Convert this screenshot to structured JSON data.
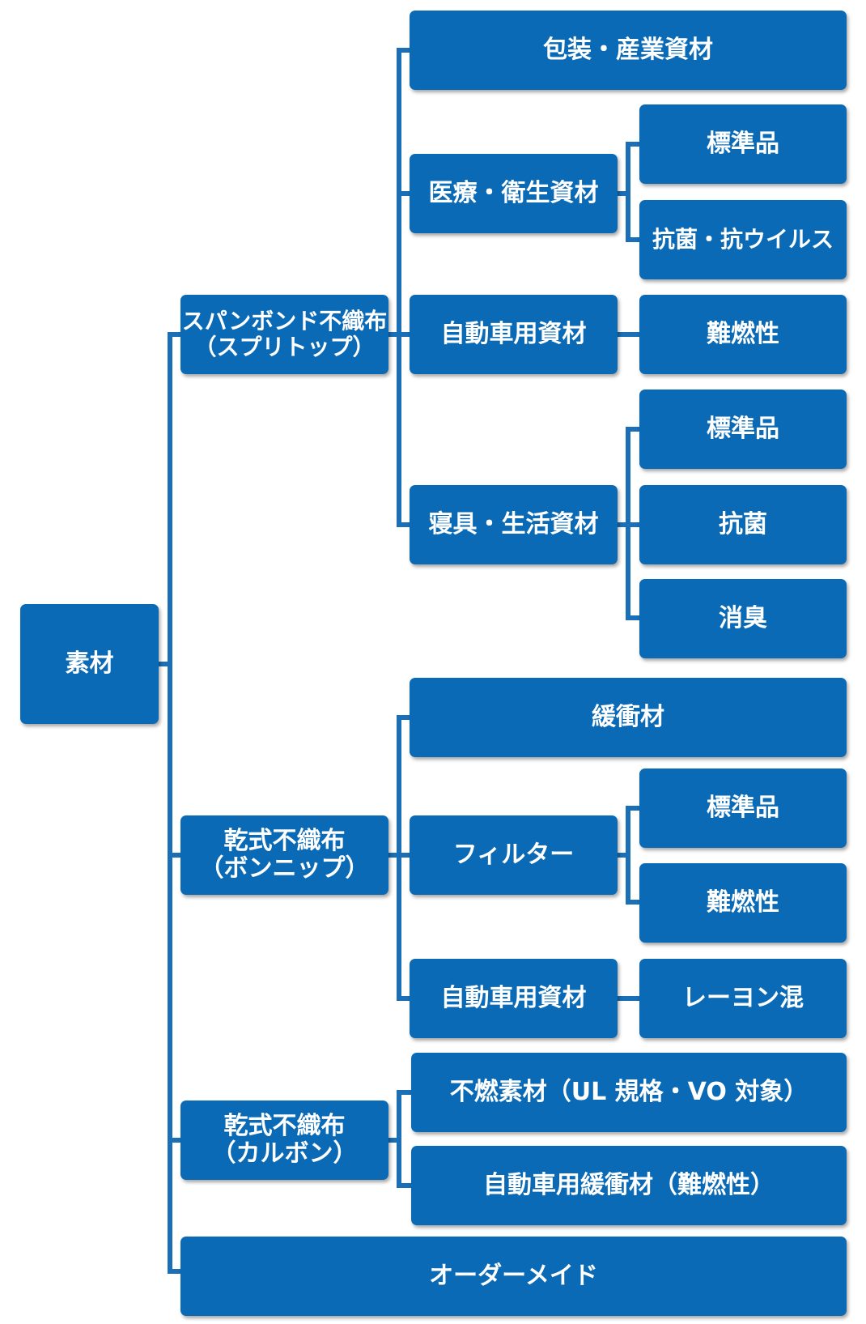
{
  "root": {
    "label": "素材"
  },
  "groups": [
    {
      "label_line1": "スパンボンド不織布",
      "label_line2": "（スプリトップ）",
      "children": [
        {
          "label": "包装・産業資材"
        },
        {
          "label": "医療・衛生資材",
          "children": [
            "標準品",
            "抗菌・抗ウイルス"
          ]
        },
        {
          "label": "自動車用資材",
          "children": [
            "難燃性"
          ]
        },
        {
          "label": "寝具・生活資材",
          "children": [
            "標準品",
            "抗菌",
            "消臭"
          ]
        }
      ]
    },
    {
      "label_line1": "乾式不織布",
      "label_line2": "（ボンニップ）",
      "children": [
        {
          "label": "緩衝材"
        },
        {
          "label": "フィルター",
          "children": [
            "標準品",
            "難燃性"
          ]
        },
        {
          "label": "自動車用資材",
          "children": [
            "レーヨン混"
          ]
        }
      ]
    },
    {
      "label_line1": "乾式不織布",
      "label_line2": "（カルボン）",
      "children": [
        {
          "label": "不燃素材（UL 規格・VO 対象）"
        },
        {
          "label": "自動車用緩衝材（難燃性）"
        }
      ]
    },
    {
      "label": "オーダーメイド"
    }
  ],
  "colors": {
    "box": "#0b6ab5",
    "line": "#1a6fb7",
    "text": "#ffffff"
  }
}
